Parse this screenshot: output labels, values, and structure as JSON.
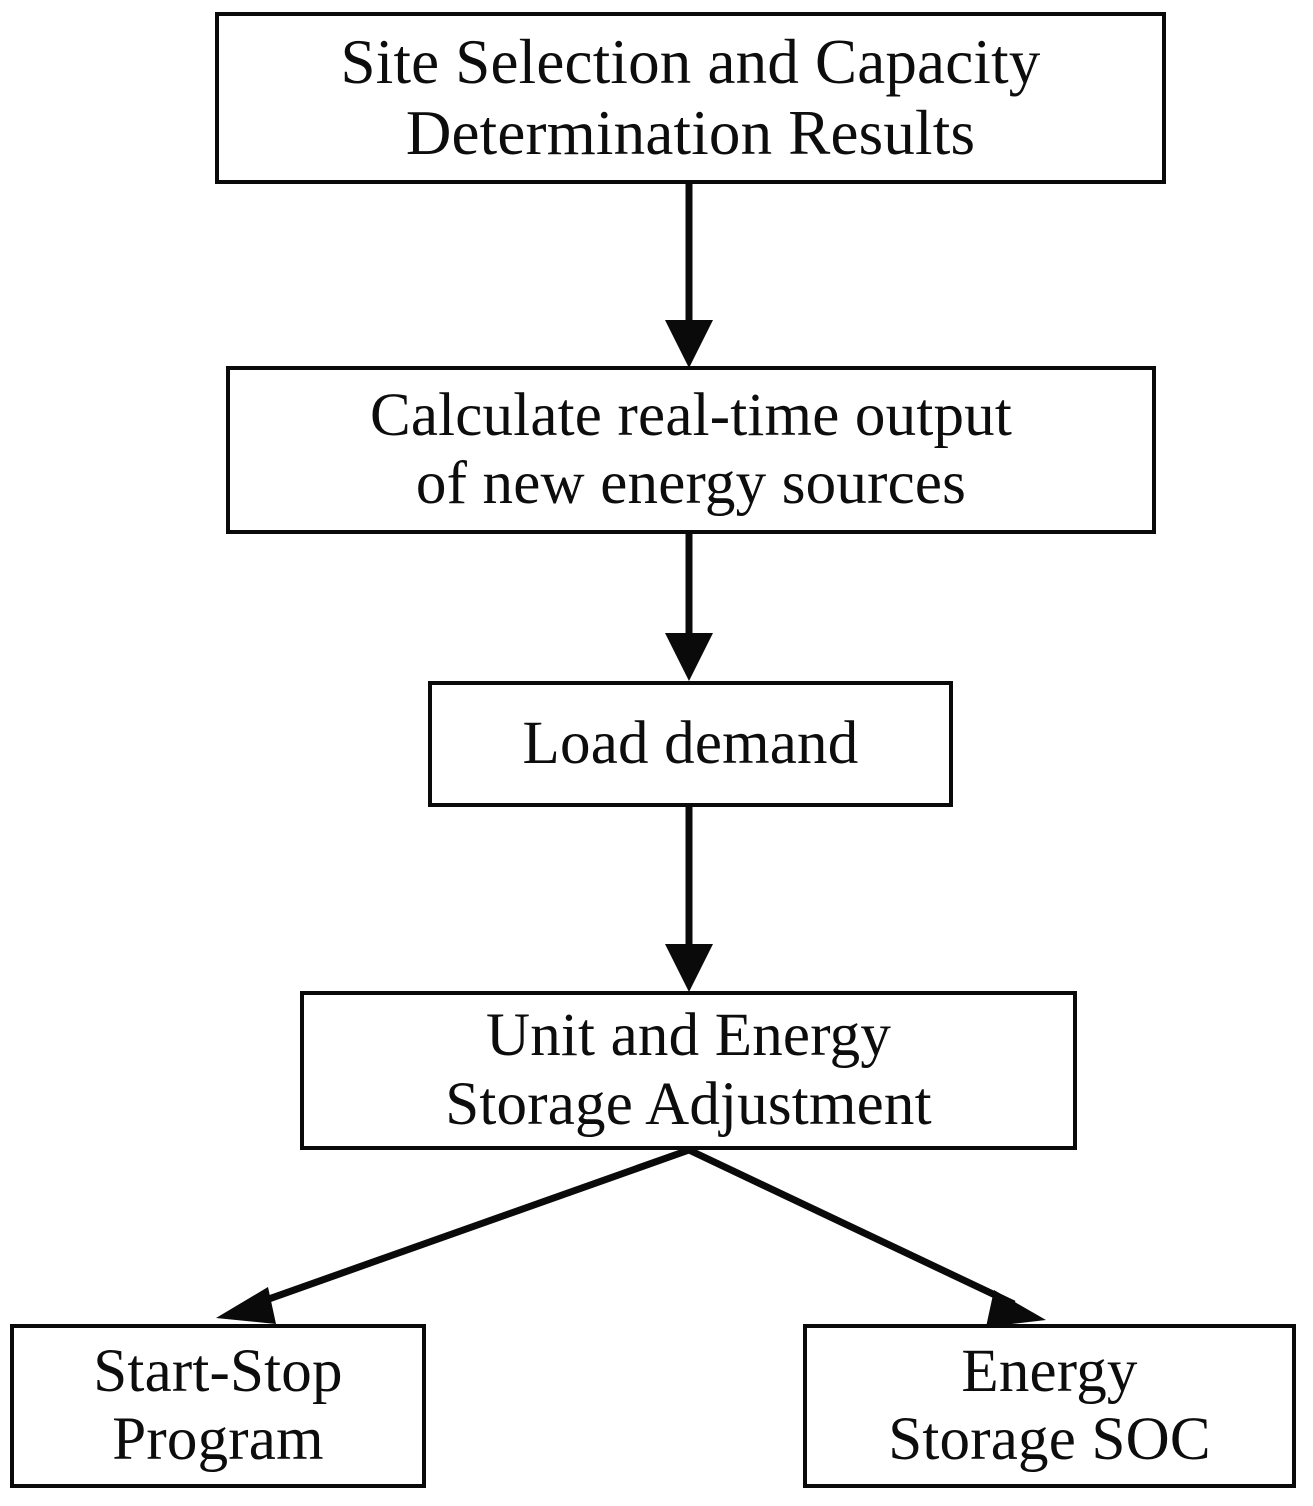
{
  "diagram": {
    "type": "flowchart",
    "title": "Site selection and capacity determination dispatch flow",
    "orientation": "top-to-bottom",
    "background_color": "#ffffff",
    "line_color": "#0a0a0a",
    "text_color": "#0d0d0d",
    "nodes": [
      {
        "id": "site-selection",
        "label": "Site Selection and Capacity\nDetermination Results",
        "shape": "rectangle",
        "level": 1
      },
      {
        "id": "calculate-output",
        "label": "Calculate real-time output\nof new energy sources",
        "shape": "rectangle",
        "level": 2
      },
      {
        "id": "load-demand",
        "label": "Load demand",
        "shape": "rectangle",
        "level": 3
      },
      {
        "id": "unit-storage-adjustment",
        "label": "Unit and Energy\nStorage Adjustment",
        "shape": "rectangle",
        "level": 4
      },
      {
        "id": "start-stop-program",
        "label": "Start-Stop\nProgram",
        "shape": "rectangle",
        "level": 5
      },
      {
        "id": "energy-storage-soc",
        "label": "Energy\nStorage SOC",
        "shape": "rectangle",
        "level": 5
      }
    ],
    "edges": [
      {
        "id": "edge-site-to-calculate",
        "from": "site-selection",
        "to": "calculate-output",
        "style": "solid",
        "arrowhead": "filled-triangle",
        "label": ""
      },
      {
        "id": "edge-calculate-to-load",
        "from": "calculate-output",
        "to": "load-demand",
        "style": "solid",
        "arrowhead": "filled-triangle",
        "label": ""
      },
      {
        "id": "edge-load-to-adjustment",
        "from": "load-demand",
        "to": "unit-storage-adjustment",
        "style": "solid",
        "arrowhead": "filled-triangle",
        "label": ""
      },
      {
        "id": "edge-adjustment-to-start-stop",
        "from": "unit-storage-adjustment",
        "to": "start-stop-program",
        "style": "solid",
        "arrowhead": "filled-triangle",
        "label": ""
      },
      {
        "id": "edge-adjustment-to-soc",
        "from": "unit-storage-adjustment",
        "to": "energy-storage-soc",
        "style": "solid",
        "arrowhead": "filled-triangle",
        "label": ""
      }
    ]
  }
}
